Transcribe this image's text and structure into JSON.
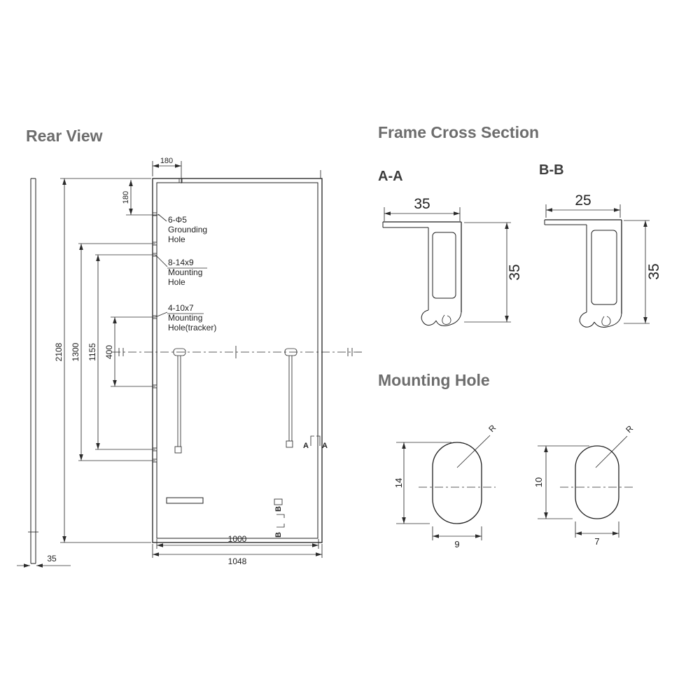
{
  "colors": {
    "bg": "#ffffff",
    "title": "#6d6d6d",
    "section-label": "#3c3c3c",
    "line": "#1f1f1f",
    "dim": "#2b2b2b"
  },
  "titles": {
    "rear_view": "Rear View",
    "frame_cross_section": "Frame Cross Section",
    "mounting_hole": "Mounting Hole",
    "section_aa": "A-A",
    "section_bb": "B-B"
  },
  "rear_view": {
    "dim_top_180": "180",
    "dim_left_180": "180",
    "dim_2108": "2108",
    "dim_1300": "1300",
    "dim_1155": "1155",
    "dim_400": "400",
    "dim_1000": "1000",
    "dim_1048": "1048",
    "dim_35": "35",
    "grounding_hole_label": {
      "l1": "6-Φ5",
      "l2": "Grounding",
      "l3": "Hole"
    },
    "mounting_hole_label": {
      "l1": "8-14x9",
      "l2": "Mounting",
      "l3": "Hole"
    },
    "tracker_hole_label": {
      "l1": "4-10x7",
      "l2": "Mounting",
      "l3": "Hole(tracker)"
    },
    "marker_a": "A",
    "marker_b": "B"
  },
  "sections": {
    "aa": {
      "width": "35",
      "height": "35"
    },
    "bb": {
      "width": "25",
      "height": "35"
    }
  },
  "mounting_holes": {
    "left": {
      "height": "14",
      "width": "9",
      "radius": "R"
    },
    "right": {
      "height": "10",
      "width": "7",
      "radius": "R"
    }
  }
}
